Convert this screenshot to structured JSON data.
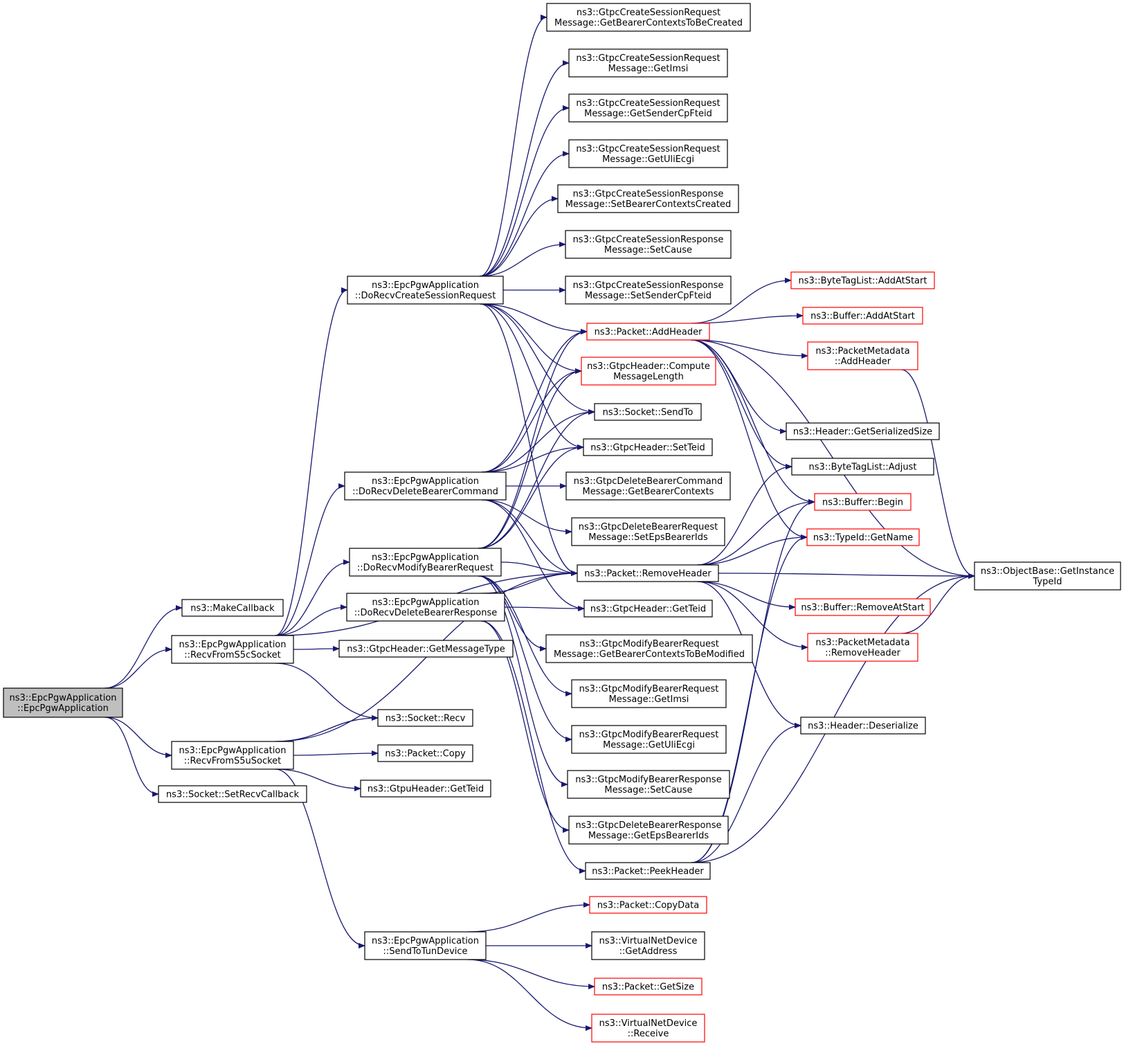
{
  "graph": {
    "edge_color": "#191970",
    "node_border_default": "#000000",
    "node_border_truncated": "#ff0000",
    "root_fill": "#bfbfbf",
    "nodes": [
      {
        "id": "root",
        "lines": [
          "ns3::EpcPgwApplication",
          "::EpcPgwApplication"
        ],
        "kind": "root"
      },
      {
        "id": "makecallback",
        "lines": [
          "ns3::MakeCallback"
        ],
        "kind": "normal"
      },
      {
        "id": "recvs5c",
        "lines": [
          "ns3::EpcPgwApplication",
          "::RecvFromS5cSocket"
        ],
        "kind": "normal"
      },
      {
        "id": "recvs5u",
        "lines": [
          "ns3::EpcPgwApplication",
          "::RecvFromS5uSocket"
        ],
        "kind": "normal"
      },
      {
        "id": "setrecvcb",
        "lines": [
          "ns3::Socket::SetRecvCallback"
        ],
        "kind": "normal"
      },
      {
        "id": "docreate",
        "lines": [
          "ns3::EpcPgwApplication",
          "::DoRecvCreateSessionRequest"
        ],
        "kind": "normal"
      },
      {
        "id": "dodelcmd",
        "lines": [
          "ns3::EpcPgwApplication",
          "::DoRecvDeleteBearerCommand"
        ],
        "kind": "normal"
      },
      {
        "id": "domodify",
        "lines": [
          "ns3::EpcPgwApplication",
          "::DoRecvModifyBearerRequest"
        ],
        "kind": "normal"
      },
      {
        "id": "dodelresp",
        "lines": [
          "ns3::EpcPgwApplication",
          "::DoRecvDeleteBearerResponse"
        ],
        "kind": "normal"
      },
      {
        "id": "getmsgtype",
        "lines": [
          "ns3::GtpcHeader::GetMessageType"
        ],
        "kind": "normal"
      },
      {
        "id": "sockrecv",
        "lines": [
          "ns3::Socket::Recv"
        ],
        "kind": "normal"
      },
      {
        "id": "pktcopy",
        "lines": [
          "ns3::Packet::Copy"
        ],
        "kind": "normal"
      },
      {
        "id": "gtpugetteid",
        "lines": [
          "ns3::GtpuHeader::GetTeid"
        ],
        "kind": "normal"
      },
      {
        "id": "sendtun",
        "lines": [
          "ns3::EpcPgwApplication",
          "::SendToTunDevice"
        ],
        "kind": "normal"
      },
      {
        "id": "csr_getbearer",
        "lines": [
          "ns3::GtpcCreateSessionRequest",
          "Message::GetBearerContextsToBeCreated"
        ],
        "kind": "normal"
      },
      {
        "id": "csr_getimsi",
        "lines": [
          "ns3::GtpcCreateSessionRequest",
          "Message::GetImsi"
        ],
        "kind": "normal"
      },
      {
        "id": "csr_getsender",
        "lines": [
          "ns3::GtpcCreateSessionRequest",
          "Message::GetSenderCpFteid"
        ],
        "kind": "normal"
      },
      {
        "id": "csr_getuli",
        "lines": [
          "ns3::GtpcCreateSessionRequest",
          "Message::GetUliEcgi"
        ],
        "kind": "normal"
      },
      {
        "id": "csresp_setbearer",
        "lines": [
          "ns3::GtpcCreateSessionResponse",
          "Message::SetBearerContextsCreated"
        ],
        "kind": "normal"
      },
      {
        "id": "csresp_setcause",
        "lines": [
          "ns3::GtpcCreateSessionResponse",
          "Message::SetCause"
        ],
        "kind": "normal"
      },
      {
        "id": "csresp_setsender",
        "lines": [
          "ns3::GtpcCreateSessionResponse",
          "Message::SetSenderCpFteid"
        ],
        "kind": "normal"
      },
      {
        "id": "addheader",
        "lines": [
          "ns3::Packet::AddHeader"
        ],
        "kind": "truncated"
      },
      {
        "id": "compute",
        "lines": [
          "ns3::GtpcHeader::Compute",
          "MessageLength"
        ],
        "kind": "truncated"
      },
      {
        "id": "sendto",
        "lines": [
          "ns3::Socket::SendTo"
        ],
        "kind": "normal"
      },
      {
        "id": "setteid",
        "lines": [
          "ns3::GtpcHeader::SetTeid"
        ],
        "kind": "normal"
      },
      {
        "id": "dbc_getbearer",
        "lines": [
          "ns3::GtpcDeleteBearerCommand",
          "Message::GetBearerContexts"
        ],
        "kind": "normal"
      },
      {
        "id": "dbr_seteps",
        "lines": [
          "ns3::GtpcDeleteBearerRequest",
          "Message::SetEpsBearerIds"
        ],
        "kind": "normal"
      },
      {
        "id": "removeheader",
        "lines": [
          "ns3::Packet::RemoveHeader"
        ],
        "kind": "normal"
      },
      {
        "id": "getteid",
        "lines": [
          "ns3::GtpcHeader::GetTeid"
        ],
        "kind": "normal"
      },
      {
        "id": "mbr_getbearer",
        "lines": [
          "ns3::GtpcModifyBearerRequest",
          "Message::GetBearerContextsToBeModified"
        ],
        "kind": "normal"
      },
      {
        "id": "mbr_getimsi",
        "lines": [
          "ns3::GtpcModifyBearerRequest",
          "Message::GetImsi"
        ],
        "kind": "normal"
      },
      {
        "id": "mbr_getuli",
        "lines": [
          "ns3::GtpcModifyBearerRequest",
          "Message::GetUliEcgi"
        ],
        "kind": "normal"
      },
      {
        "id": "mbresp_setcause",
        "lines": [
          "ns3::GtpcModifyBearerResponse",
          "Message::SetCause"
        ],
        "kind": "normal"
      },
      {
        "id": "dbresp_geteps",
        "lines": [
          "ns3::GtpcDeleteBearerResponse",
          "Message::GetEpsBearerIds"
        ],
        "kind": "normal"
      },
      {
        "id": "peekheader",
        "lines": [
          "ns3::Packet::PeekHeader"
        ],
        "kind": "normal"
      },
      {
        "id": "copydata",
        "lines": [
          "ns3::Packet::CopyData"
        ],
        "kind": "truncated"
      },
      {
        "id": "vnd_getaddr",
        "lines": [
          "ns3::VirtualNetDevice",
          "::GetAddress"
        ],
        "kind": "normal"
      },
      {
        "id": "getsize",
        "lines": [
          "ns3::Packet::GetSize"
        ],
        "kind": "truncated"
      },
      {
        "id": "vnd_receive",
        "lines": [
          "ns3::VirtualNetDevice",
          "::Receive"
        ],
        "kind": "truncated"
      },
      {
        "id": "btl_addatstart",
        "lines": [
          "ns3::ByteTagList::AddAtStart"
        ],
        "kind": "truncated"
      },
      {
        "id": "buf_addatstart",
        "lines": [
          "ns3::Buffer::AddAtStart"
        ],
        "kind": "truncated"
      },
      {
        "id": "pm_addheader",
        "lines": [
          "ns3::PacketMetadata",
          "::AddHeader"
        ],
        "kind": "truncated"
      },
      {
        "id": "getserialized",
        "lines": [
          "ns3::Header::GetSerializedSize"
        ],
        "kind": "normal"
      },
      {
        "id": "btl_adjust",
        "lines": [
          "ns3::ByteTagList::Adjust"
        ],
        "kind": "normal"
      },
      {
        "id": "buf_begin",
        "lines": [
          "ns3::Buffer::Begin"
        ],
        "kind": "truncated"
      },
      {
        "id": "typeid_getname",
        "lines": [
          "ns3::TypeId::GetName"
        ],
        "kind": "truncated"
      },
      {
        "id": "buf_removeatstart",
        "lines": [
          "ns3::Buffer::RemoveAtStart"
        ],
        "kind": "truncated"
      },
      {
        "id": "pm_removeheader",
        "lines": [
          "ns3::PacketMetadata",
          "::RemoveHeader"
        ],
        "kind": "truncated"
      },
      {
        "id": "hdr_deserialize",
        "lines": [
          "ns3::Header::Deserialize"
        ],
        "kind": "normal"
      },
      {
        "id": "getinstancetypeid",
        "lines": [
          "ns3::ObjectBase::GetInstance",
          "TypeId"
        ],
        "kind": "normal"
      }
    ],
    "edges": [
      [
        "root",
        "makecallback"
      ],
      [
        "root",
        "recvs5c"
      ],
      [
        "root",
        "recvs5u"
      ],
      [
        "root",
        "setrecvcb"
      ],
      [
        "recvs5c",
        "docreate"
      ],
      [
        "recvs5c",
        "dodelcmd"
      ],
      [
        "recvs5c",
        "domodify"
      ],
      [
        "recvs5c",
        "dodelresp"
      ],
      [
        "recvs5c",
        "getmsgtype"
      ],
      [
        "recvs5c",
        "sockrecv"
      ],
      [
        "recvs5c",
        "removeheader"
      ],
      [
        "recvs5u",
        "sockrecv"
      ],
      [
        "recvs5u",
        "pktcopy"
      ],
      [
        "recvs5u",
        "gtpugetteid"
      ],
      [
        "recvs5u",
        "sendtun"
      ],
      [
        "recvs5u",
        "removeheader"
      ],
      [
        "docreate",
        "csr_getbearer"
      ],
      [
        "docreate",
        "csr_getimsi"
      ],
      [
        "docreate",
        "csr_getsender"
      ],
      [
        "docreate",
        "csr_getuli"
      ],
      [
        "docreate",
        "csresp_setbearer"
      ],
      [
        "docreate",
        "csresp_setcause"
      ],
      [
        "docreate",
        "csresp_setsender"
      ],
      [
        "docreate",
        "addheader"
      ],
      [
        "docreate",
        "compute"
      ],
      [
        "docreate",
        "sendto"
      ],
      [
        "docreate",
        "setteid"
      ],
      [
        "docreate",
        "removeheader"
      ],
      [
        "dodelcmd",
        "addheader"
      ],
      [
        "dodelcmd",
        "compute"
      ],
      [
        "dodelcmd",
        "sendto"
      ],
      [
        "dodelcmd",
        "setteid"
      ],
      [
        "dodelcmd",
        "dbc_getbearer"
      ],
      [
        "dodelcmd",
        "dbr_seteps"
      ],
      [
        "dodelcmd",
        "removeheader"
      ],
      [
        "dodelcmd",
        "getteid"
      ],
      [
        "domodify",
        "addheader"
      ],
      [
        "domodify",
        "compute"
      ],
      [
        "domodify",
        "sendto"
      ],
      [
        "domodify",
        "setteid"
      ],
      [
        "domodify",
        "removeheader"
      ],
      [
        "domodify",
        "mbr_getbearer"
      ],
      [
        "domodify",
        "mbr_getimsi"
      ],
      [
        "domodify",
        "mbr_getuli"
      ],
      [
        "domodify",
        "mbresp_setcause"
      ],
      [
        "dodelresp",
        "removeheader"
      ],
      [
        "dodelresp",
        "getteid"
      ],
      [
        "dodelresp",
        "dbresp_geteps"
      ],
      [
        "dodelresp",
        "peekheader"
      ],
      [
        "sendtun",
        "copydata"
      ],
      [
        "sendtun",
        "vnd_getaddr"
      ],
      [
        "sendtun",
        "getsize"
      ],
      [
        "sendtun",
        "vnd_receive"
      ],
      [
        "addheader",
        "btl_addatstart"
      ],
      [
        "addheader",
        "buf_addatstart"
      ],
      [
        "addheader",
        "pm_addheader"
      ],
      [
        "addheader",
        "getserialized"
      ],
      [
        "addheader",
        "btl_adjust"
      ],
      [
        "addheader",
        "buf_begin"
      ],
      [
        "addheader",
        "typeid_getname"
      ],
      [
        "addheader",
        "getinstancetypeid"
      ],
      [
        "removeheader",
        "btl_adjust"
      ],
      [
        "removeheader",
        "buf_begin"
      ],
      [
        "removeheader",
        "typeid_getname"
      ],
      [
        "removeheader",
        "getinstancetypeid"
      ],
      [
        "removeheader",
        "buf_removeatstart"
      ],
      [
        "removeheader",
        "pm_removeheader"
      ],
      [
        "removeheader",
        "hdr_deserialize"
      ],
      [
        "peekheader",
        "buf_begin"
      ],
      [
        "peekheader",
        "typeid_getname"
      ],
      [
        "peekheader",
        "hdr_deserialize"
      ],
      [
        "peekheader",
        "getinstancetypeid"
      ],
      [
        "pm_addheader",
        "getinstancetypeid"
      ],
      [
        "pm_removeheader",
        "getinstancetypeid"
      ]
    ]
  }
}
